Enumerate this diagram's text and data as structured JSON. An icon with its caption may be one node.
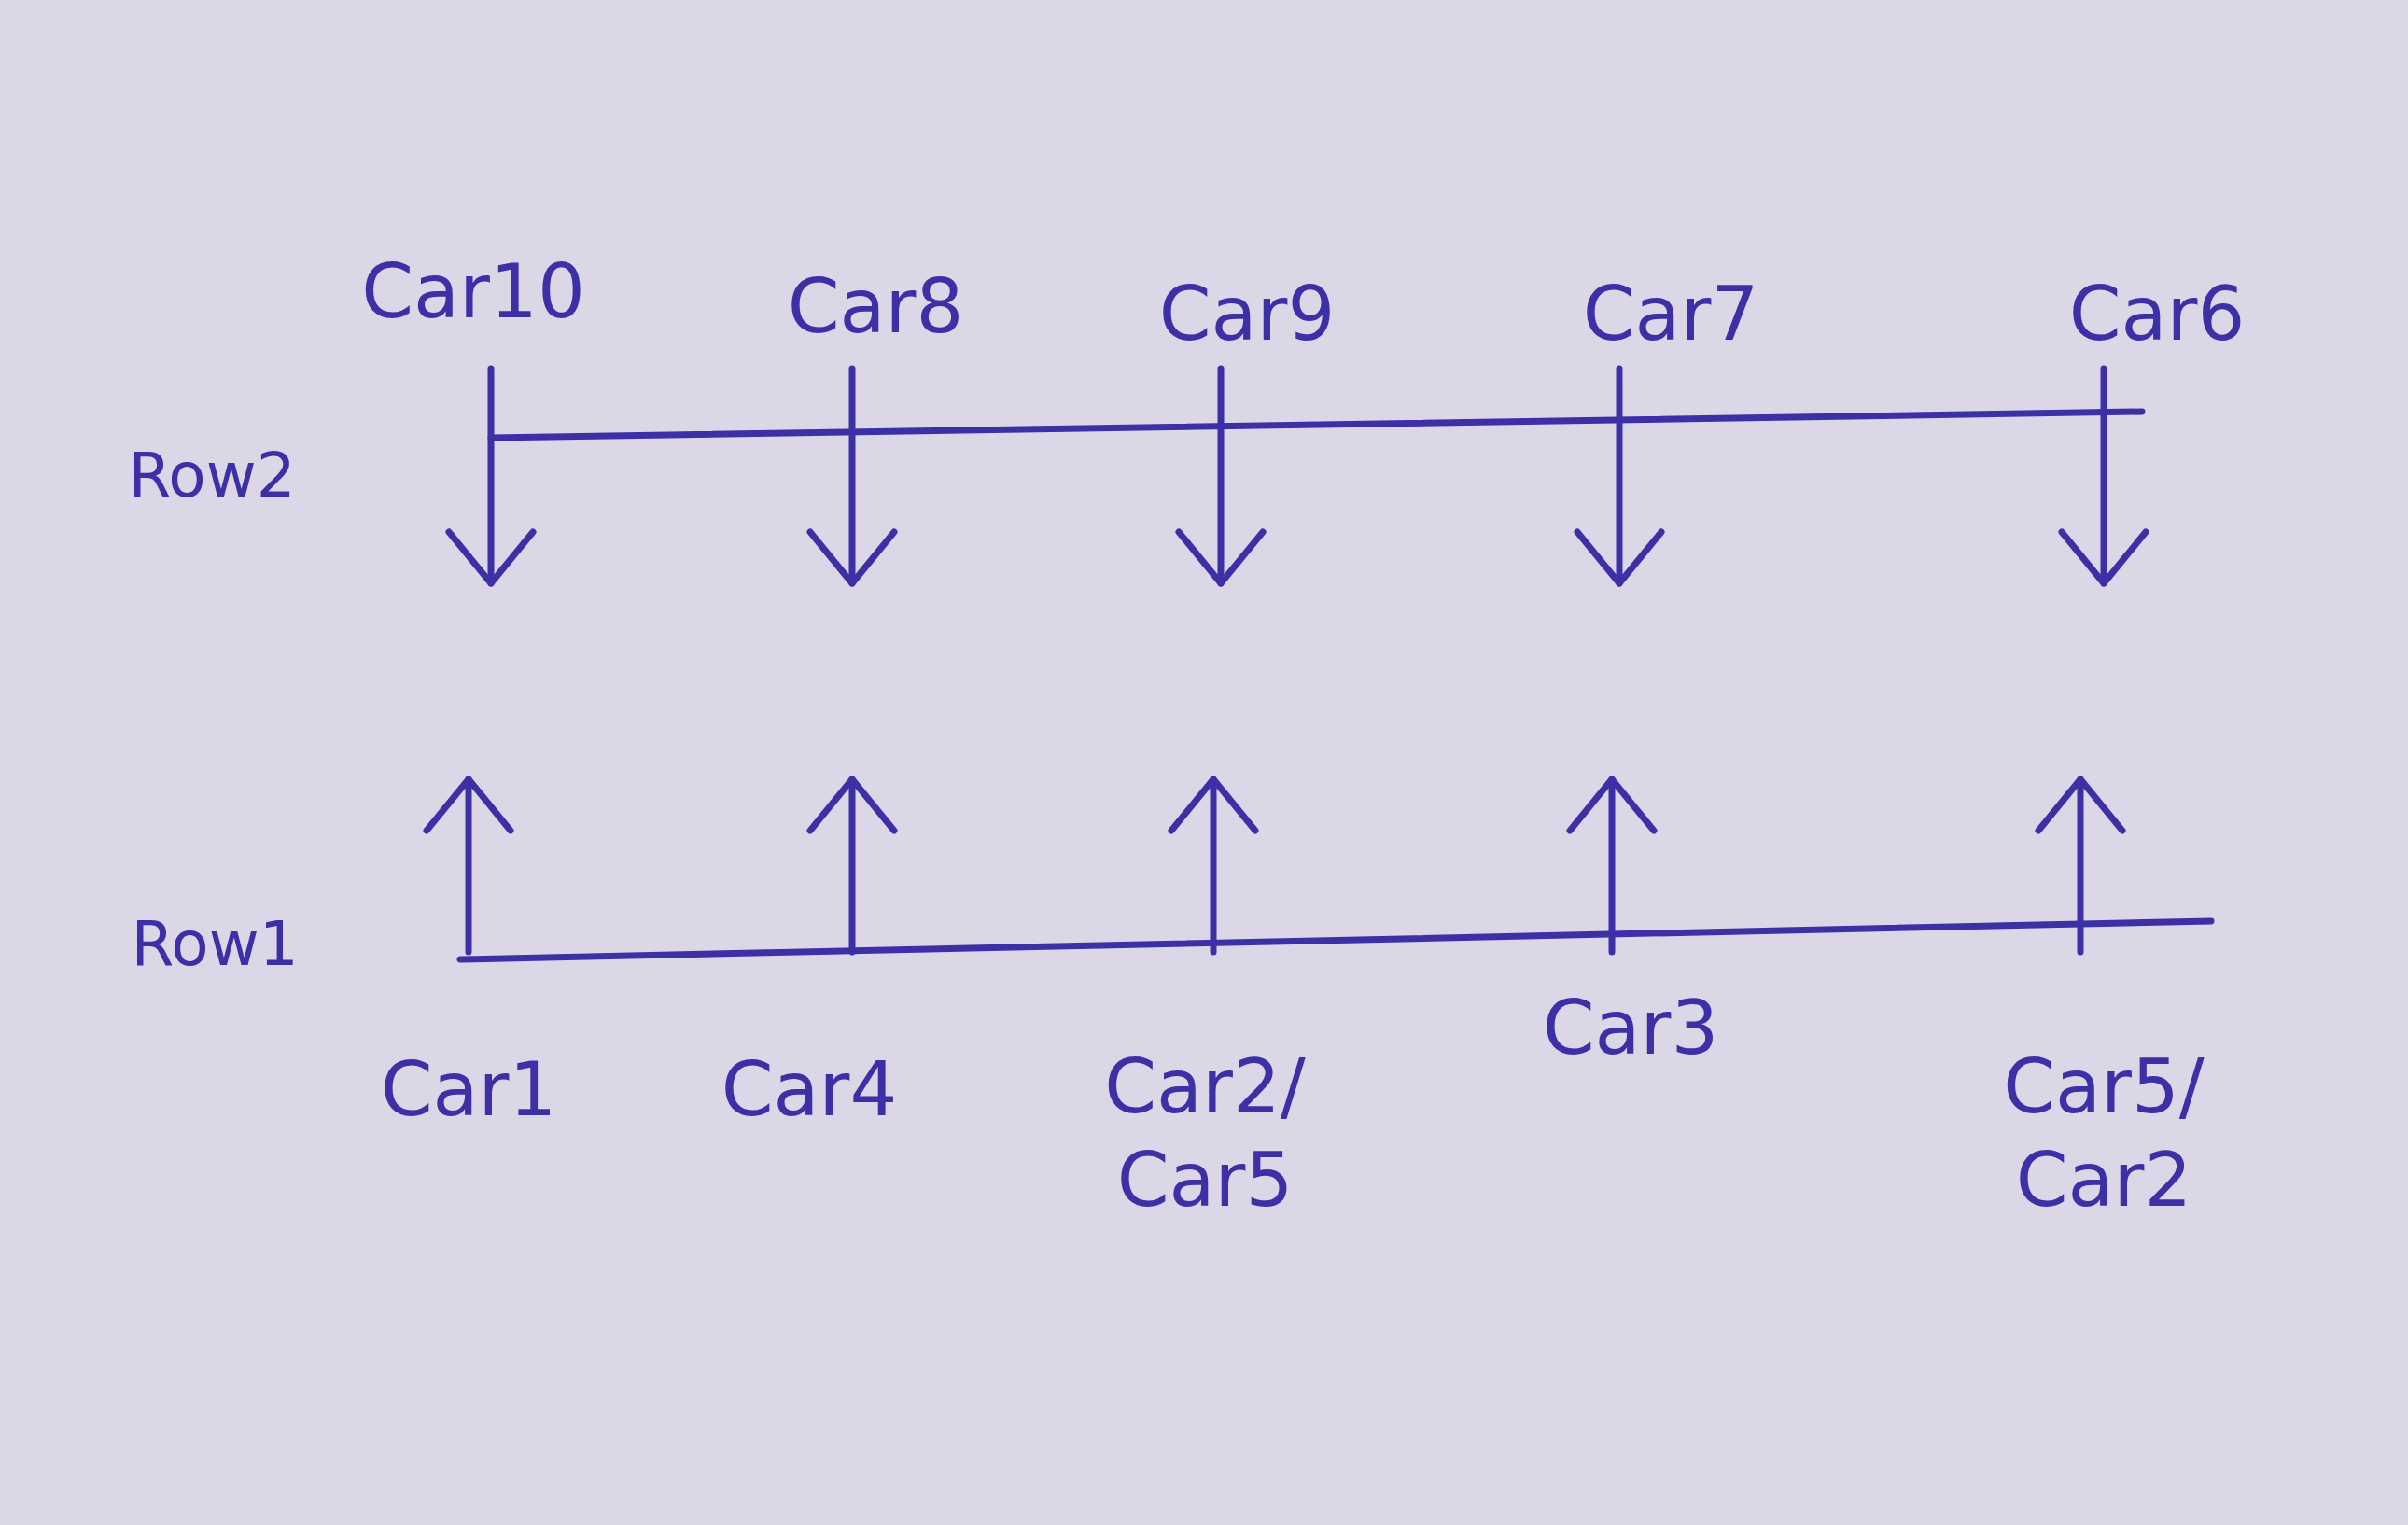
{
  "diagram": {
    "labels": [
      "Car10",
      "Car8",
      "Car9",
      "Car7",
      "Car6",
      "Row2",
      "Row1",
      "Car1",
      "Car4",
      "Car2/ Car5",
      "Car3",
      "Car5/ Car2"
    ]
  }
}
